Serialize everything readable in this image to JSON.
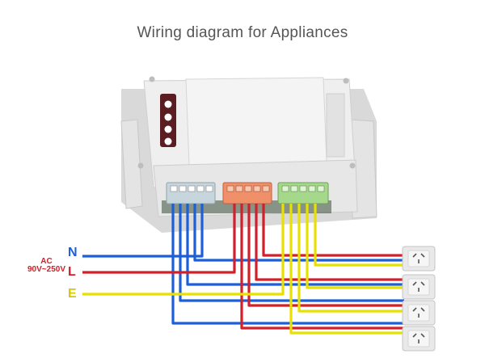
{
  "title": "Wiring diagram for Appliances",
  "labels": {
    "n": "N",
    "l": "L",
    "e": "E",
    "ac_line1": "AC",
    "ac_line2": "90V~250V"
  },
  "colors": {
    "neutral": "#1d5fd6",
    "live": "#d0202a",
    "earth": "#e8e000",
    "housing": "#ececec",
    "terminal_block_1": "#c7d6dc",
    "terminal_block_2": "#f0906a",
    "terminal_block_3": "#a6d88c"
  },
  "devices": {
    "controller_icon": "relay-module",
    "outlet_icon": "power-socket",
    "outlet_count": 4
  }
}
